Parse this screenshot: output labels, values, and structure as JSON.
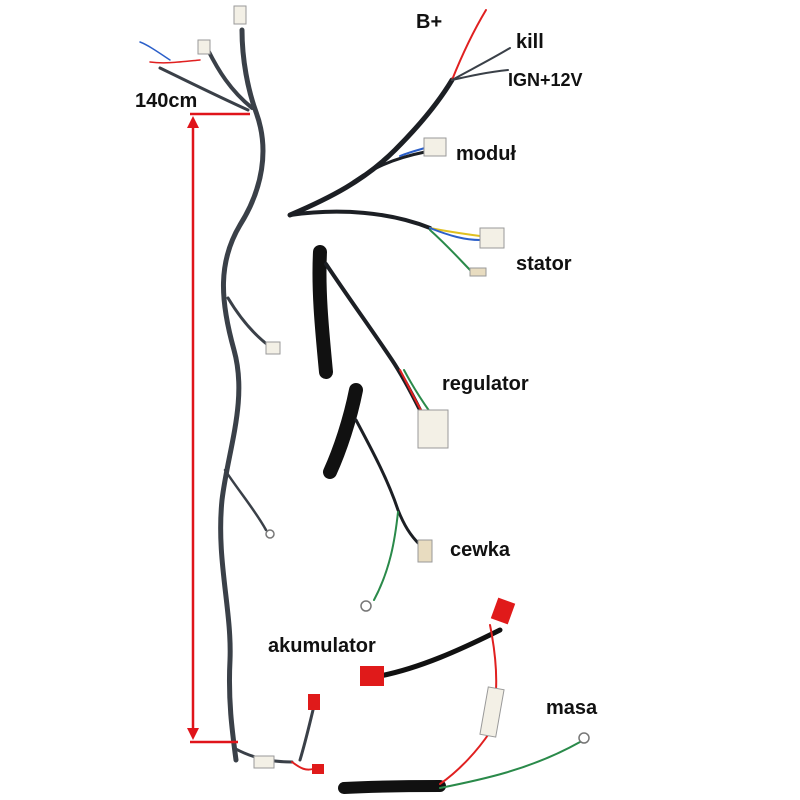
{
  "measure": {
    "label": "140cm"
  },
  "labels": {
    "b_plus": "B+",
    "kill": "kill",
    "ign": "IGN+12V",
    "modul": "moduł",
    "stator": "stator",
    "regulator": "regulator",
    "cewka": "cewka",
    "akumulator": "akumulator",
    "masa": "masa"
  },
  "colors": {
    "measure_line": "#e0141a",
    "cable": "#3a4048",
    "sheath": "#111111",
    "red_wire": "#e02020",
    "green_wire": "#2a8a4a",
    "blue_wire": "#2b5fc9",
    "yellow_wire": "#e0c020",
    "connector": "#f3f0e6",
    "red_terminal": "#e01a1a"
  }
}
